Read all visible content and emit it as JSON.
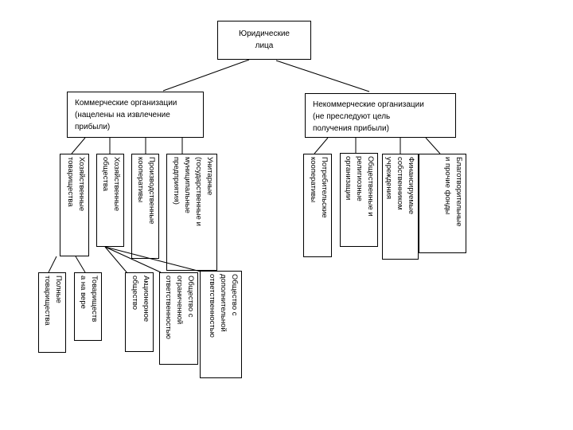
{
  "diagram": {
    "colors": {
      "line": "#000000",
      "box_border": "#000000",
      "box_bg": "#ffffff",
      "text": "#000000"
    },
    "root": {
      "label": "Юридические\nлица"
    },
    "commercial": {
      "label": "Коммерческие организации\n(нацелены на извлечение\nприбыли)"
    },
    "noncommercial": {
      "label": "Некоммерческие организации\n(не преследуют цель\nполучения прибыли)"
    },
    "commercial_children": [
      {
        "label": "Хозяйственные\nтоварищества"
      },
      {
        "label": "Хозяйственные\nобщества"
      },
      {
        "label": "Производственные\nкооперативы"
      },
      {
        "label": "Унитарные\n(государственные и\nмуниципальные\nпредприятия)"
      }
    ],
    "noncommercial_children": [
      {
        "label": "Потребительские\nкооперативы"
      },
      {
        "label": "Общественные и\nрелигиозные\nорганизации"
      },
      {
        "label": "Финансируемые\nсобственником\nучреждения"
      },
      {
        "label": "Благотворительные\nи прочие фонды"
      }
    ],
    "partnership_children": [
      {
        "label": "Полные\nтоварищества"
      },
      {
        "label": "Товариществ\nа на вере"
      }
    ],
    "company_children": [
      {
        "label": "Акционерное\nобщество"
      },
      {
        "label": "Общество с\nограниченной\nответственностью"
      },
      {
        "label": "Общество с\nдополнительной\nответственностью"
      }
    ]
  }
}
